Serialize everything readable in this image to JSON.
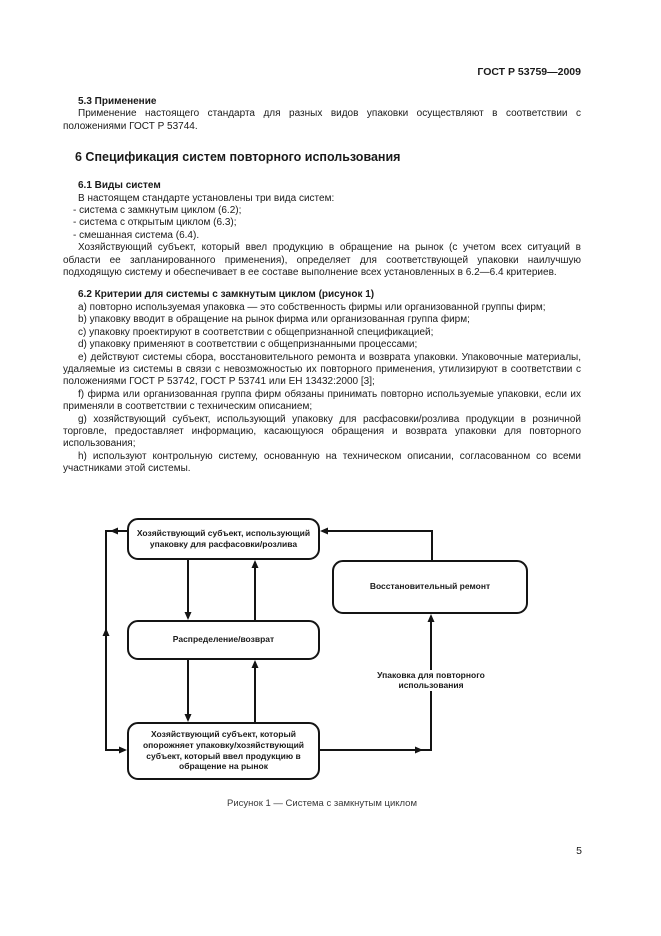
{
  "page": {
    "header": "ГОСТ Р 53759—2009",
    "number": "5"
  },
  "section_53": {
    "heading": "5.3 Применение",
    "para": "Применение настоящего стандарта для разных видов упаковки осуществляют в соответствии с положениями ГОСТ Р 53744."
  },
  "section_6": {
    "title": "6 Спецификация систем повторного использования",
    "s61": {
      "heading": "6.1 Виды систем",
      "intro": "В настоящем стандарте установлены три вида систем:",
      "items": [
        "- система с замкнутым циклом (6.2);",
        "- система с открытым циклом (6.3);",
        "- смешанная система (6.4)."
      ],
      "para": "Хозяйствующий субъект, который ввел продукцию в обращение на рынок (с учетом всех ситуаций в области ее запланированного применения), определяет для соответствующей упаковки наилучшую подходящую систему и обеспечивает в ее составе выполнение всех установленных в 6.2—6.4 критериев."
    },
    "s62": {
      "heading": "6.2 Критерии для системы с замкнутым циклом (рисунок 1)",
      "criteria": [
        "a) повторно используемая упаковка — это собственность фирмы или организованной группы фирм;",
        "b) упаковку вводит в обращение на рынок фирма или организованная группа фирм;",
        "c) упаковку проектируют в соответствии с общепризнанной спецификацией;",
        "d) упаковку применяют в соответствии с общепризнанными процессами;",
        "e) действуют системы сбора, восстановительного ремонта и возврата упаковки. Упаковочные материалы, удаляемые из системы в связи с невозможностью их повторного применения, утилизируют в соответствии с положениями ГОСТ Р 53742, ГОСТ Р 53741 или ЕН 13432:2000 [3];",
        "f) фирма или организованная группа фирм обязаны принимать повторно используемые упаковки, если их применяли в соответствии с техническим описанием;",
        "g) хозяйствующий субъект, использующий упаковку для расфасовки/розлива продукции в розничной торговле, предоставляет информацию, касающуюся обращения и возврата упаковки для повторного использования;",
        "h) используют контрольную систему, основанную на техническом описании, согласованном со всеми участниками этой системы."
      ]
    }
  },
  "figure": {
    "caption": "Рисунок 1 — Система с замкнутым циклом",
    "flow_label": "Упаковка для повторного использования",
    "boxes": {
      "filler": "Хозяйствующий субъект, использующий упаковку для расфасовки/розлива",
      "distribution": "Распределение/возврат",
      "emptier": "Хозяйствующий субъект, который опорожняет упаковку/хозяйствующий субъект, который ввел продукцию в обращение на рынок",
      "reconditioning": "Восстановительный ремонт"
    },
    "line_color": "#141414"
  }
}
